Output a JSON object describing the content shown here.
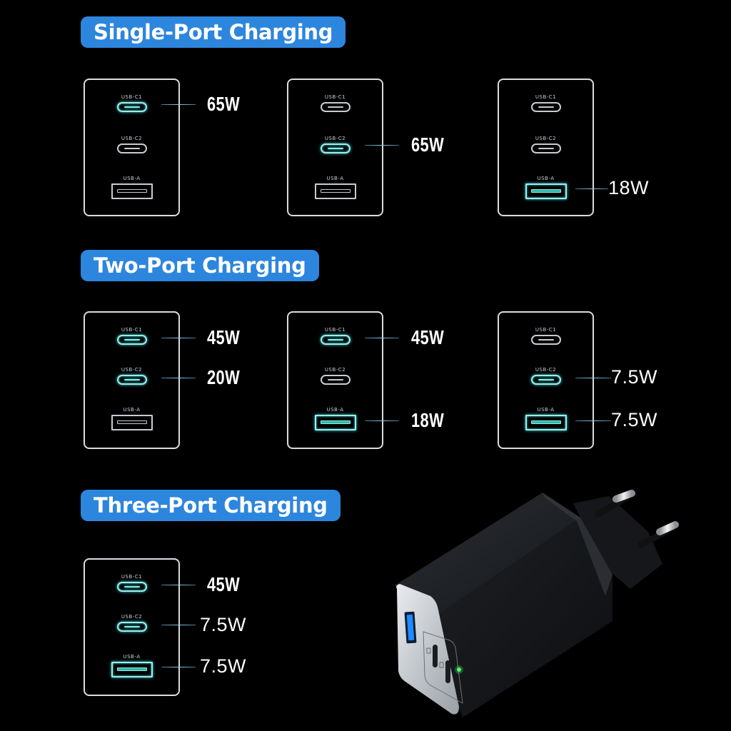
{
  "sections": [
    {
      "title": "Single-Port Charging",
      "cards": [
        {
          "ports": [
            {
              "label": "USB-C1",
              "type": "c",
              "active": true,
              "watt": "65W"
            },
            {
              "label": "USB-C2",
              "type": "c",
              "active": false,
              "watt": ""
            },
            {
              "label": "USB-A",
              "type": "a",
              "active": false,
              "watt": ""
            }
          ]
        },
        {
          "ports": [
            {
              "label": "USB-C1",
              "type": "c",
              "active": false,
              "watt": ""
            },
            {
              "label": "USB-C2",
              "type": "c",
              "active": true,
              "watt": "65W"
            },
            {
              "label": "USB-A",
              "type": "a",
              "active": false,
              "watt": ""
            }
          ]
        },
        {
          "ports": [
            {
              "label": "USB-C1",
              "type": "c",
              "active": false,
              "watt": ""
            },
            {
              "label": "USB-C2",
              "type": "c",
              "active": false,
              "watt": ""
            },
            {
              "label": "USB-A",
              "type": "a",
              "active": true,
              "watt": "18W"
            }
          ]
        }
      ]
    },
    {
      "title": "Two-Port Charging",
      "cards": [
        {
          "ports": [
            {
              "label": "USB-C1",
              "type": "c",
              "active": true,
              "watt": "45W"
            },
            {
              "label": "USB-C2",
              "type": "c",
              "active": true,
              "watt": "20W"
            },
            {
              "label": "USB-A",
              "type": "a",
              "active": false,
              "watt": ""
            }
          ]
        },
        {
          "ports": [
            {
              "label": "USB-C1",
              "type": "c",
              "active": true,
              "watt": "45W"
            },
            {
              "label": "USB-C2",
              "type": "c",
              "active": false,
              "watt": ""
            },
            {
              "label": "USB-A",
              "type": "a",
              "active": true,
              "watt": "18W"
            }
          ]
        },
        {
          "ports": [
            {
              "label": "USB-C1",
              "type": "c",
              "active": false,
              "watt": ""
            },
            {
              "label": "USB-C2",
              "type": "c",
              "active": true,
              "watt": "7.5W"
            },
            {
              "label": "USB-A",
              "type": "a",
              "active": true,
              "watt": "7.5W"
            }
          ]
        }
      ]
    },
    {
      "title": "Three-Port Charging",
      "cards": [
        {
          "ports": [
            {
              "label": "USB-C1",
              "type": "c",
              "active": true,
              "watt": "45W"
            },
            {
              "label": "USB-C2",
              "type": "c",
              "active": true,
              "watt": "7.5W"
            },
            {
              "label": "USB-A",
              "type": "a",
              "active": true,
              "watt": "7.5W"
            }
          ]
        }
      ]
    }
  ],
  "colors": {
    "badge": "#2d86dd",
    "active_port": "#7ff3e6",
    "inactive_port": "#c8ccd0",
    "led": "#4dff6a",
    "usb_a_insert": "#1f8bff"
  },
  "product": {
    "name": "charger-image",
    "icon": "usb-wall-charger"
  }
}
